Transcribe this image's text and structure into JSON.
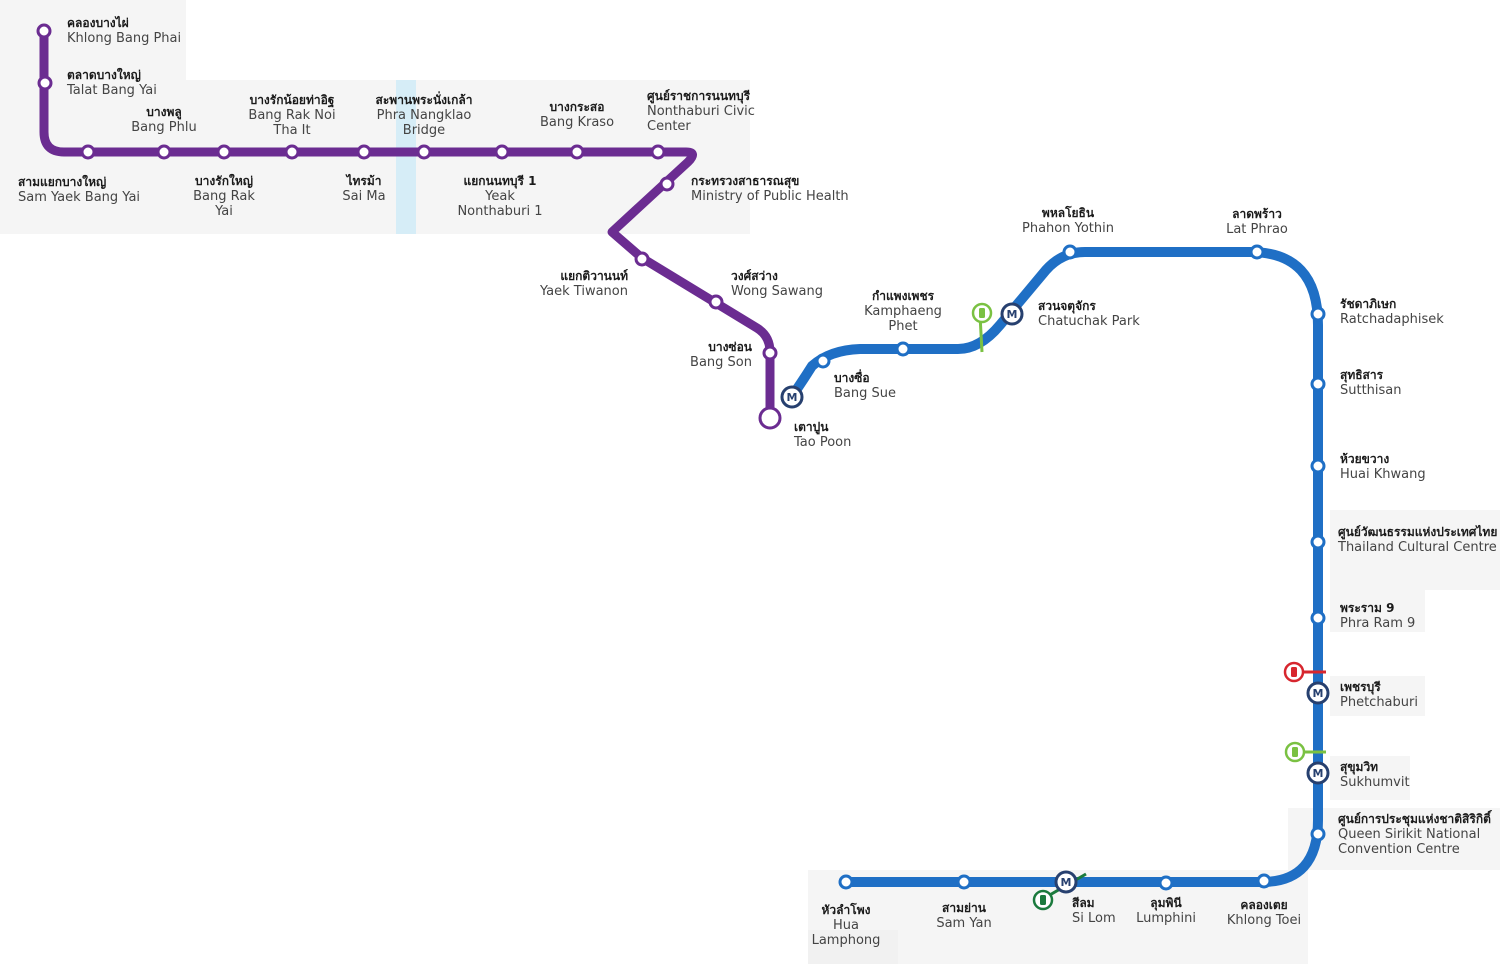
{
  "colors": {
    "purple_line": "#6b2c91",
    "blue_line": "#1f6fc5",
    "river": "#d6edf7",
    "panel": "#ececec",
    "interchange_dark": "#27406f",
    "green_line": "#7ac142",
    "dark_green_line": "#1b7a3d",
    "red_line": "#d7262e"
  },
  "purple_line": {
    "name": "",
    "stations": [
      {
        "th": "คลองบางไผ่",
        "en": [
          "Khlong Bang Phai"
        ]
      },
      {
        "th": "ตลาดบางใหญ่",
        "en": [
          "Talat Bang Yai"
        ]
      },
      {
        "th": "สามแยกบางใหญ่",
        "en": [
          "Sam Yaek Bang Yai"
        ]
      },
      {
        "th": "บางพลู",
        "en": [
          "Bang Phlu"
        ]
      },
      {
        "th": "บางรักใหญ่",
        "en": [
          "Bang Rak",
          "Yai"
        ]
      },
      {
        "th": "บางรักน้อยท่าอิฐ",
        "en": [
          "Bang Rak Noi",
          "Tha It"
        ]
      },
      {
        "th": "ไทรม้า",
        "en": [
          "Sai Ma"
        ]
      },
      {
        "th": "สะพานพระนั่งเกล้า",
        "en": [
          "Phra Nangklao",
          "Bridge"
        ]
      },
      {
        "th": "แยกนนทบุรี 1",
        "en": [
          "Yeak",
          "Nonthaburi 1"
        ]
      },
      {
        "th": "บางกระสอ",
        "en": [
          "Bang Kraso"
        ]
      },
      {
        "th": "ศูนย์ราชการนนทบุรี",
        "en": [
          "Nonthaburi Civic",
          "Center"
        ]
      },
      {
        "th": "กระทรวงสาธารณสุข",
        "en": [
          "Ministry of Public Health"
        ]
      },
      {
        "th": "แยกติวานนท์",
        "en": [
          "Yaek Tiwanon"
        ]
      },
      {
        "th": "วงศ์สว่าง",
        "en": [
          "Wong Sawang"
        ]
      },
      {
        "th": "บางซ่อน",
        "en": [
          "Bang Son"
        ]
      },
      {
        "th": "เตาปูน",
        "en": [
          "Tao Poon"
        ]
      }
    ]
  },
  "blue_line": {
    "name": "",
    "stations": [
      {
        "th": "บางซื่อ",
        "en": [
          "Bang Sue"
        ]
      },
      {
        "th": "กำแพงเพชร",
        "en": [
          "Kamphaeng",
          "Phet"
        ]
      },
      {
        "th": "สวนจตุจักร",
        "en": [
          "Chatuchak Park"
        ]
      },
      {
        "th": "พหลโยธิน",
        "en": [
          "Phahon Yothin"
        ]
      },
      {
        "th": "ลาดพร้าว",
        "en": [
          "Lat Phrao"
        ]
      },
      {
        "th": "รัชดาภิเษก",
        "en": [
          "Ratchadaphisek"
        ]
      },
      {
        "th": "สุทธิสาร",
        "en": [
          "Sutthisan"
        ]
      },
      {
        "th": "ห้วยขวาง",
        "en": [
          "Huai Khwang"
        ]
      },
      {
        "th": "ศูนย์วัฒนธรรมแห่งประเทศไทย",
        "en": [
          "Thailand Cultural Centre"
        ]
      },
      {
        "th": "พระราม 9",
        "en": [
          "Phra Ram 9"
        ]
      },
      {
        "th": "เพชรบุรี",
        "en": [
          "Phetchaburi"
        ]
      },
      {
        "th": "สุขุมวิท",
        "en": [
          "Sukhumvit"
        ]
      },
      {
        "th": "ศูนย์การประชุมแห่งชาติสิริกิติ์",
        "en": [
          "Queen Sirikit National",
          "Convention Centre"
        ]
      },
      {
        "th": "คลองเตย",
        "en": [
          "Khlong Toei"
        ]
      },
      {
        "th": "ลุมพินี",
        "en": [
          "Lumphini"
        ]
      },
      {
        "th": "สีลม",
        "en": [
          "Si Lom"
        ]
      },
      {
        "th": "สามย่าน",
        "en": [
          "Sam Yan"
        ]
      },
      {
        "th": "หัวลำโพง",
        "en": [
          "Hua",
          "Lamphong"
        ]
      }
    ]
  },
  "icons": {
    "metro": "M",
    "bts": "bts-logo-icon",
    "srt": "srt-logo-icon"
  }
}
